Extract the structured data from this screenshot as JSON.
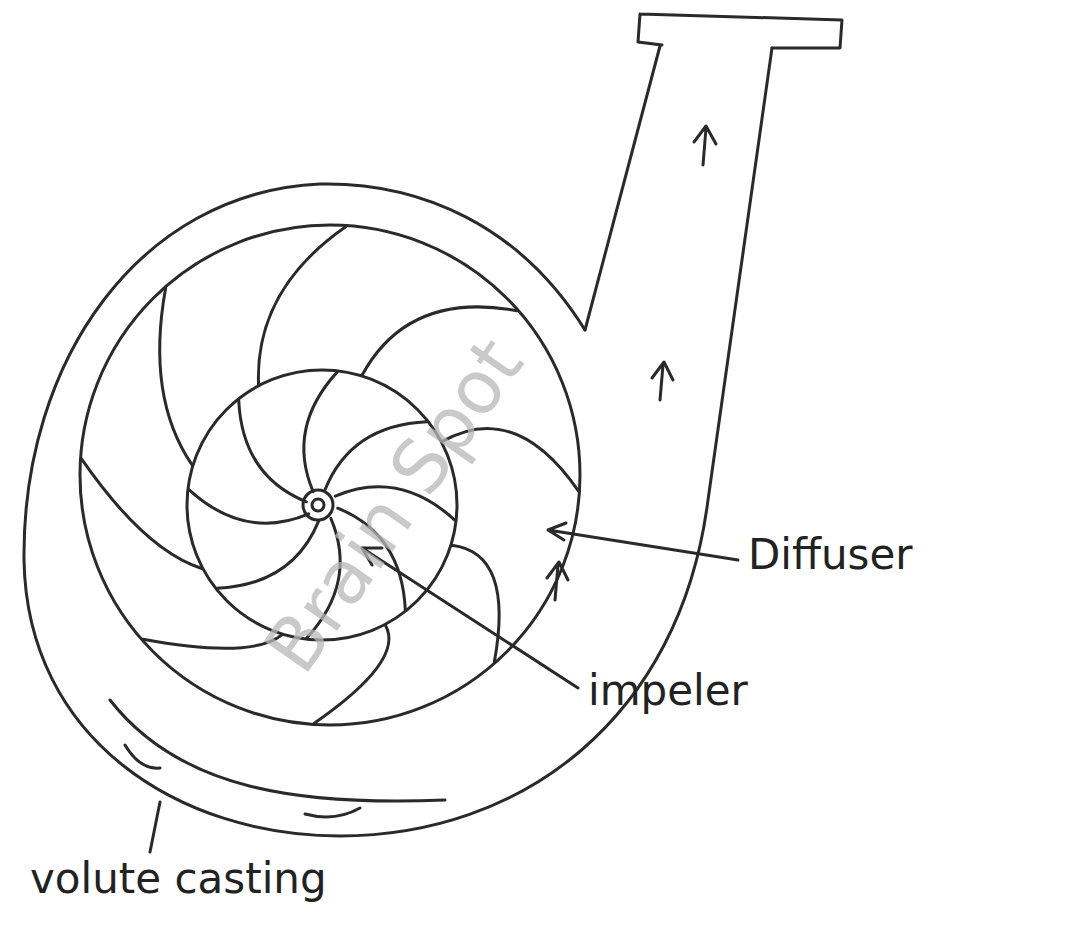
{
  "diagram": {
    "labels": [
      "Brain Spot",
      "Diffuser",
      "impeler",
      "volute casting"
    ]
  }
}
